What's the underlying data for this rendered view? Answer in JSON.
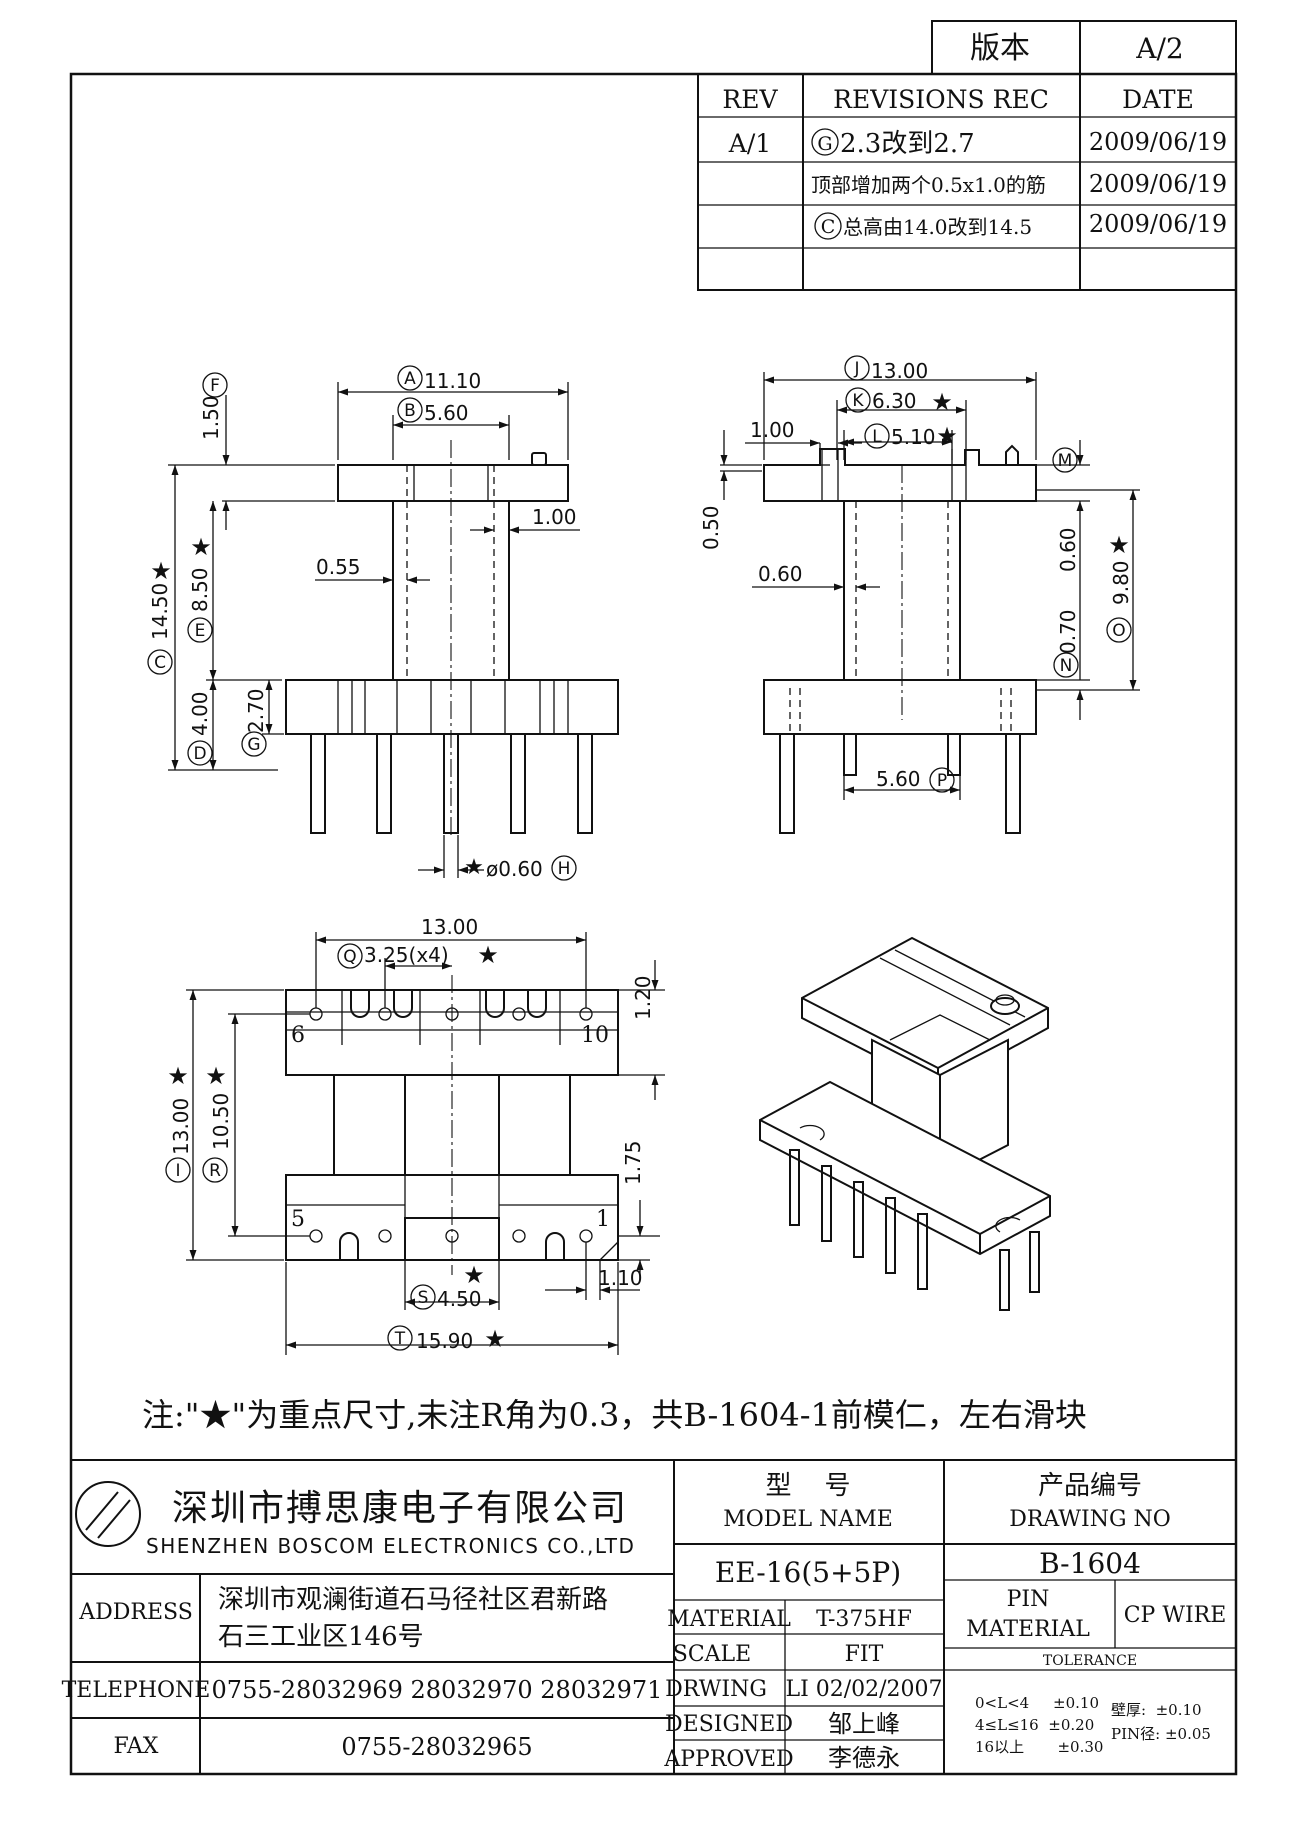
{
  "version": {
    "label": "版本",
    "value": "A/2"
  },
  "revisions": {
    "headers": [
      "REV",
      "REVISIONS REC",
      "DATE"
    ],
    "rows": [
      {
        "rev": "A/1",
        "mark": "G",
        "text": " 2.3改到2.7",
        "date": "2009/06/19"
      },
      {
        "rev": "",
        "mark": "",
        "text": "顶部增加两个0.5x1.0的筋",
        "date": "2009/06/19"
      },
      {
        "rev": "",
        "mark": "C",
        "text": "总高由14.0改到14.5",
        "date": "2009/06/19"
      },
      {
        "rev": "",
        "mark": "",
        "text": "",
        "date": ""
      }
    ]
  },
  "front_view": {
    "dims": {
      "A": "11.10",
      "B": "5.60",
      "F": "1.50",
      "one_mm": "1.00",
      "gap": "0.55",
      "C": "14.50",
      "E": "8.50",
      "D": "4.00",
      "G": "2.70",
      "H": "ø0.60"
    },
    "labels": {
      "A": "A",
      "B": "B",
      "C": "C",
      "D": "D",
      "E": "E",
      "F": "F",
      "G": "G",
      "H": "H"
    }
  },
  "side_view": {
    "dims": {
      "J": "13.00",
      "K": "6.30",
      "L": "5.10",
      "one_mm": "1.00",
      "half": "0.50",
      "wall": "0.60",
      "M": "0.60",
      "O": "9.80",
      "N": "0.70",
      "P": "5.60"
    },
    "labels": {
      "J": "J",
      "K": "K",
      "L": "L",
      "M": "M",
      "N": "N",
      "O": "O",
      "P": "P"
    }
  },
  "bottom_view": {
    "dims": {
      "width": "13.00",
      "Q": "3.25(x4)",
      "top": "1.20",
      "I": "13.00",
      "R": "10.50",
      "gap": "1.75",
      "one": "1.10",
      "S": "4.50",
      "T": "15.90"
    },
    "labels": {
      "I": "I",
      "Q": "Q",
      "R": "R",
      "S": "S",
      "T": "T"
    },
    "pins": {
      "p6": "6",
      "p10": "10",
      "p5": "5",
      "p1": "1"
    }
  },
  "star": "★",
  "note": "注:\"★\"为重点尺寸,未注R角为0.3，共B-1604-1前模仁，左右滑块",
  "company": {
    "cn": "深圳市搏思康电子有限公司",
    "en": "SHENZHEN BOSCOM ELECTRONICS CO.,LTD"
  },
  "contact": {
    "address_label": "ADDRESS",
    "address_line1": "深圳市观澜街道石马径社区君新路",
    "address_line2": "石三工业区146号",
    "telephone_label": "TELEPHONE",
    "telephone": "0755-28032969 28032970 28032971",
    "fax_label": "FAX",
    "fax": "0755-28032965"
  },
  "model": {
    "label_cn": "型    号",
    "label_en": "MODEL NAME",
    "value": "EE-16(5+5P)"
  },
  "drawing_no": {
    "label_cn": "产品编号",
    "label_en": "DRAWING NO",
    "value": "B-1604"
  },
  "fields": {
    "material_label": "MATERIAL",
    "material": "T-375HF",
    "scale_label": "SCALE",
    "scale": "FIT",
    "drwing_label": "DRWING",
    "drwing": "LI 02/02/2007",
    "designed_label": "DESIGNED",
    "designed": "邹上峰",
    "approved_label": "APPROVED",
    "approved": "李德永"
  },
  "pin": {
    "label1": "PIN",
    "label2": "MATERIAL",
    "value": "CP WIRE"
  },
  "tolerance": {
    "label": "TOLERANCE",
    "r1": "0<L<4     ±0.10",
    "r2": "4≤L≤16  ±0.20",
    "r3": "16以上       ±0.30",
    "wall": "壁厚:  ±0.10",
    "pinrad": "PIN径: ±0.05"
  }
}
